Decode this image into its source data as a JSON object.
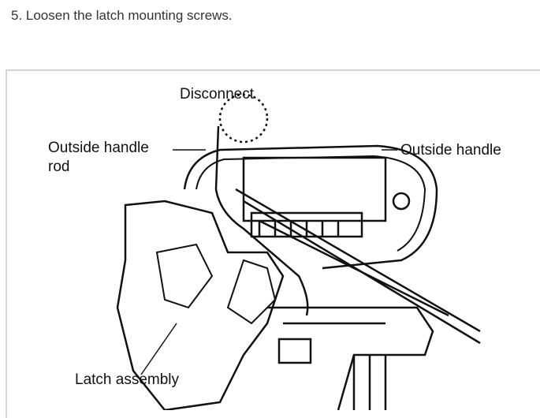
{
  "step": {
    "text": "5. Loosen the latch mounting screws."
  },
  "figure": {
    "labels": {
      "disconnect": "Disconnect",
      "outside_handle_rod_1": "Outside handle",
      "outside_handle_rod_2": "rod",
      "outside_handle": "Outside handle",
      "latch_assembly": "Latch assembly"
    }
  }
}
